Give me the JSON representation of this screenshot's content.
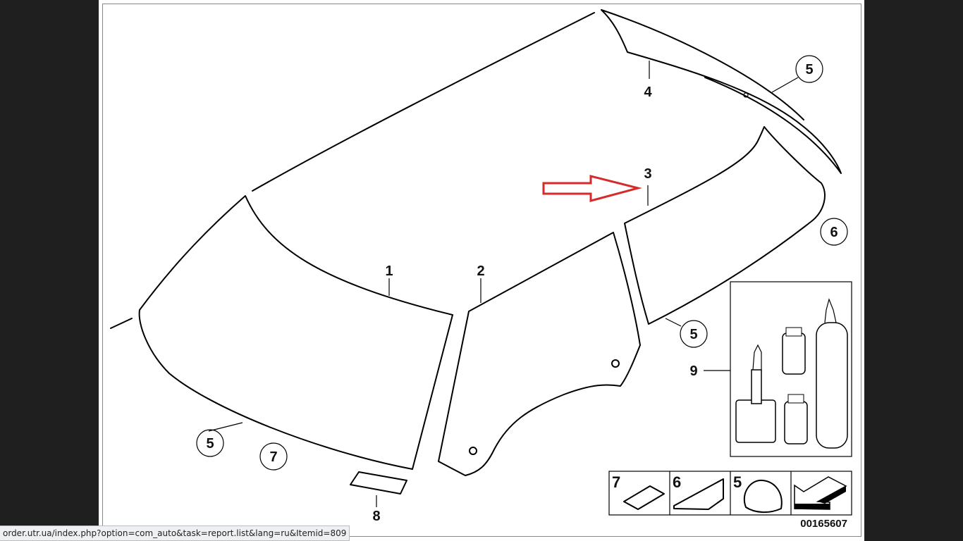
{
  "diagram": {
    "callouts": {
      "part1": "1",
      "part2": "2",
      "part3": "3",
      "part4": "4",
      "part5_top": "5",
      "part6": "6",
      "part5_rear": "5",
      "part9": "9",
      "part5_front": "5",
      "part7": "7",
      "part8": "8"
    },
    "legend": [
      {
        "num": "7"
      },
      {
        "num": "6"
      },
      {
        "num": "5"
      }
    ],
    "part_number": "00165607",
    "arrow_color": "#d62b2b"
  },
  "status_bar": {
    "url": "order.utr.ua/index.php?option=com_auto&task=report.list&lang=ru&Itemid=809"
  }
}
